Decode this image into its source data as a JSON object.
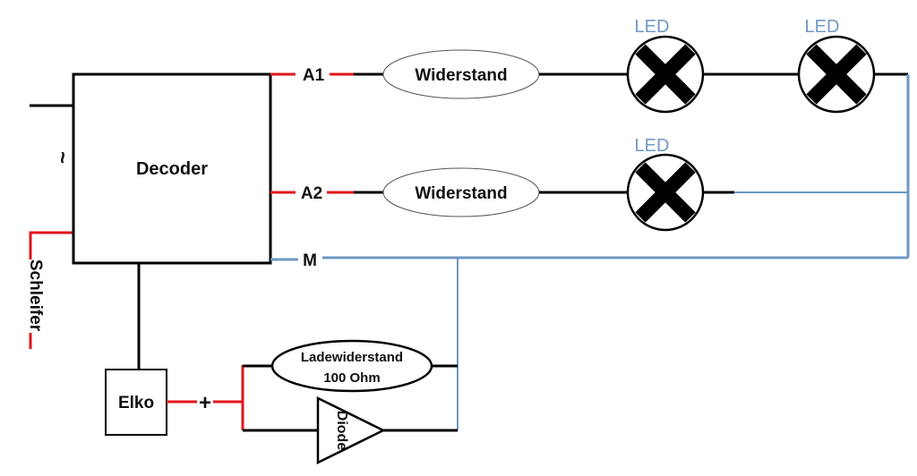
{
  "diagram": {
    "decoder": {
      "label": "Decoder"
    },
    "ac_symbol": "~",
    "schleifer": "Schleifer",
    "outputs": [
      {
        "label": "A1"
      },
      {
        "label": "A2"
      },
      {
        "label": "M"
      }
    ],
    "resistors": [
      {
        "label": "Widerstand"
      },
      {
        "label": "Widerstand"
      }
    ],
    "leds": [
      {
        "label": "LED"
      },
      {
        "label": "LED"
      },
      {
        "label": "LED"
      }
    ],
    "elko": {
      "label": "Elko"
    },
    "plus": "+",
    "charge_resistor": {
      "line1": "Ladewiderstand",
      "line2": "100 Ohm"
    },
    "diode": {
      "label": "Diode"
    },
    "colors": {
      "positive_wire": "#e0161b",
      "ground_wire": "#6d98c4",
      "signal_wire": "#000000",
      "led_label": "#6f98c4"
    }
  }
}
